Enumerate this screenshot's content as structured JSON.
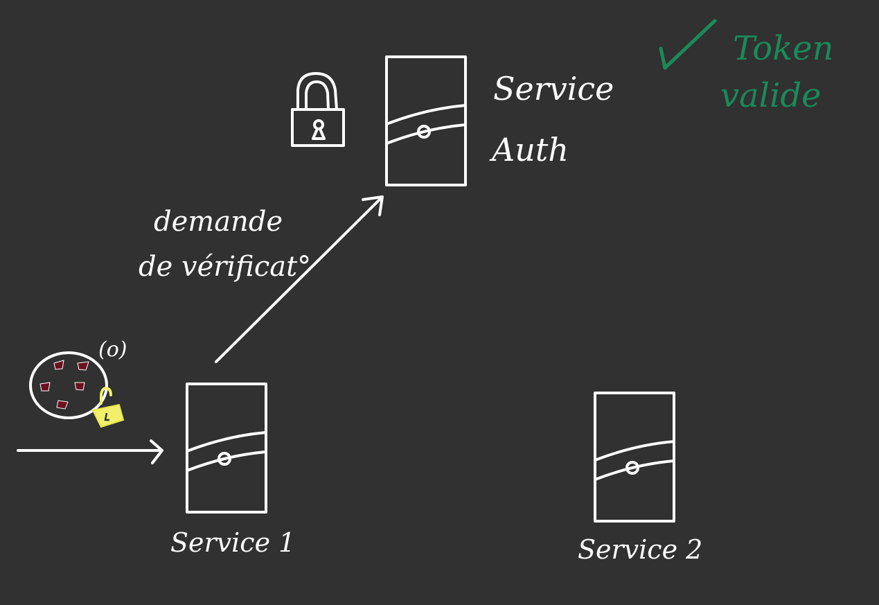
{
  "diagram": {
    "colors": {
      "background": "#313131",
      "ink": "#ffffff",
      "accent_green": "#1a8a5a",
      "padlock_yellow": "#f2f06a",
      "cookie_chip": "#6b1020"
    },
    "nodes": {
      "auth": {
        "label_line1": "Service",
        "label_line2": "Auth",
        "icon": "server-icon"
      },
      "service1": {
        "label": "Service 1",
        "icon": "server-icon"
      },
      "service2": {
        "label": "Service 2",
        "icon": "server-icon"
      }
    },
    "edges": {
      "verification": {
        "label_line1": "demande",
        "label_line2": "de vérificat°"
      },
      "incoming_request": {
        "label": ""
      }
    },
    "cookie": {
      "label": "(o)",
      "icon": "cookie-icon"
    },
    "padlocks": {
      "auth_lock": "lock-closed-icon",
      "cookie_lock": "lock-open-icon"
    },
    "status_note": {
      "check": "✓",
      "line1": "Token",
      "line2": "valide"
    }
  }
}
